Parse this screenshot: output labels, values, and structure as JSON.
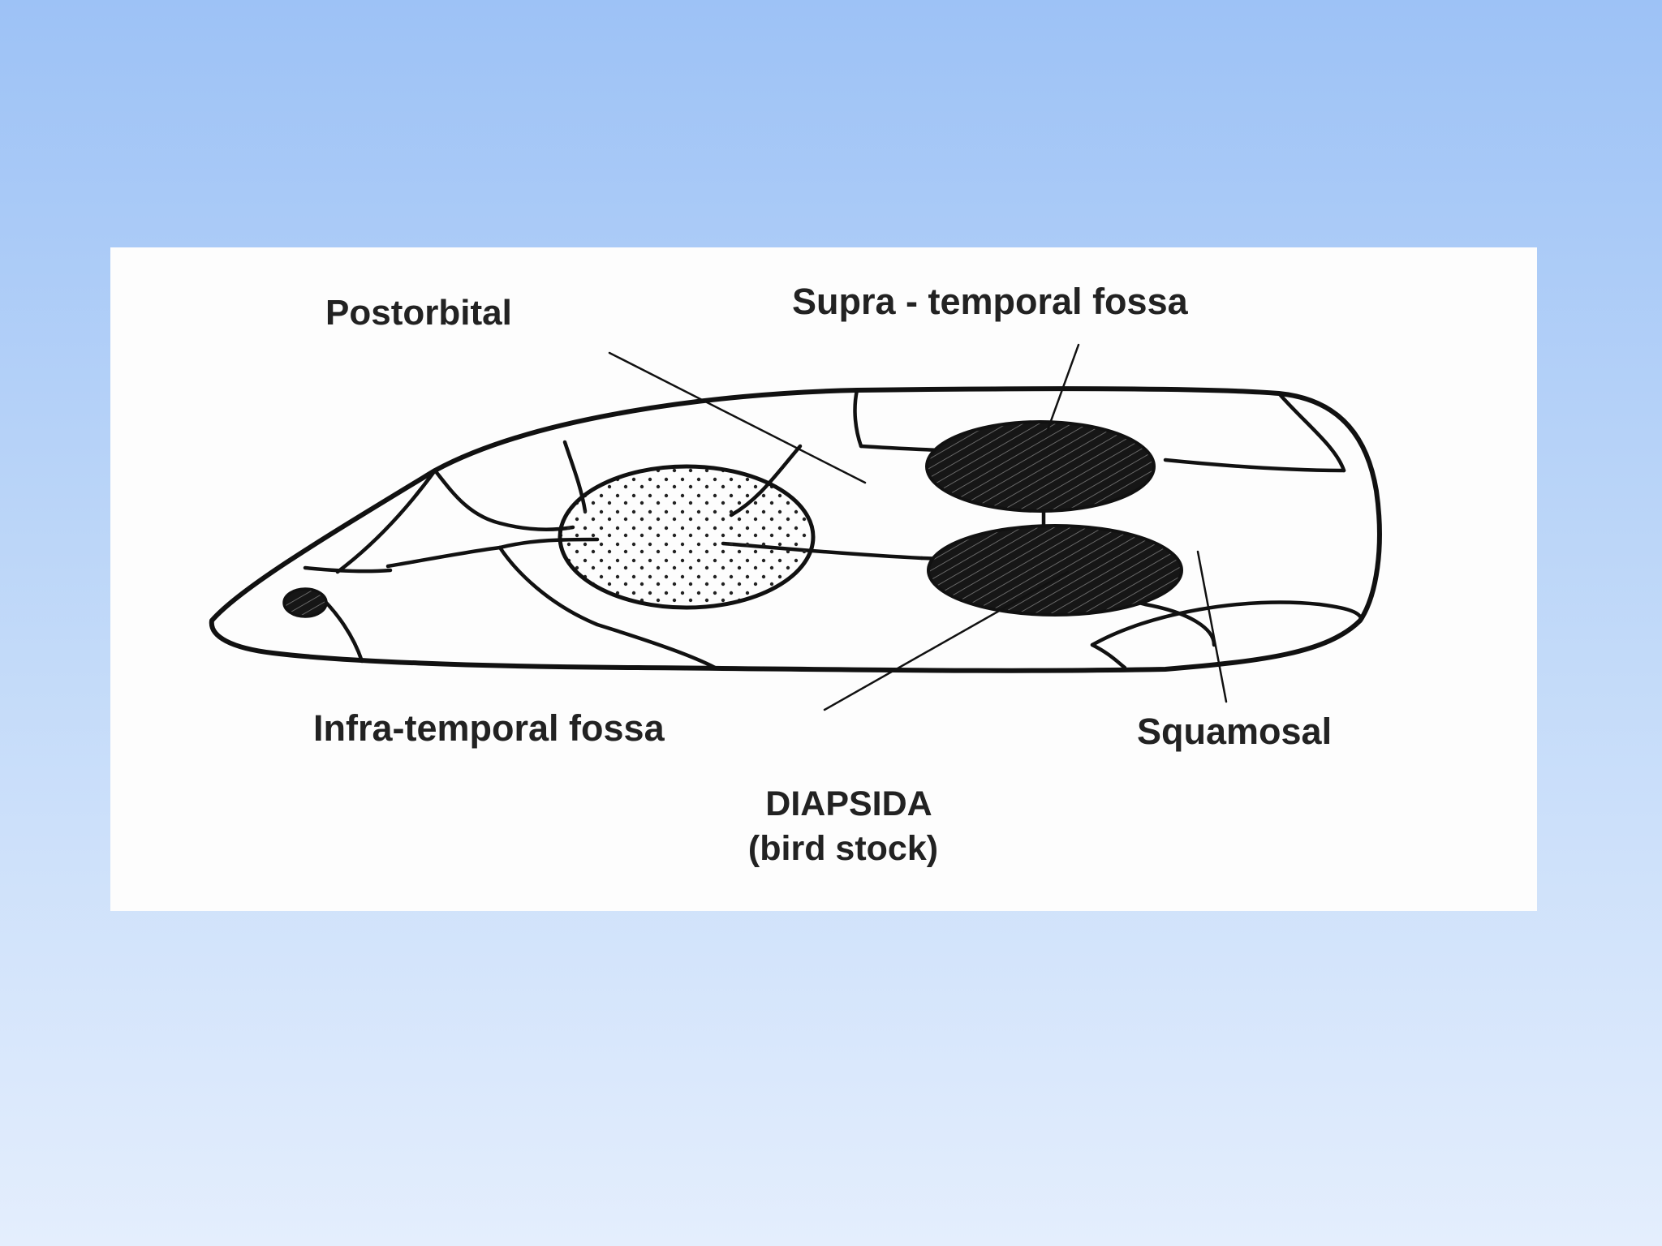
{
  "figure": {
    "labels": {
      "postorbital": "Postorbital",
      "supra_temporal_fossa": "Supra - temporal fossa",
      "infra_temporal_fossa": "Infra-temporal fossa",
      "squamosal": "Squamosal"
    },
    "caption": {
      "title": "DIAPSIDA",
      "subtitle": "(bird stock)"
    }
  },
  "colors": {
    "background_top": "#9dc2f6",
    "background_bottom": "#e4eefd",
    "panel": "#fdfdfd",
    "ink": "#111111"
  }
}
